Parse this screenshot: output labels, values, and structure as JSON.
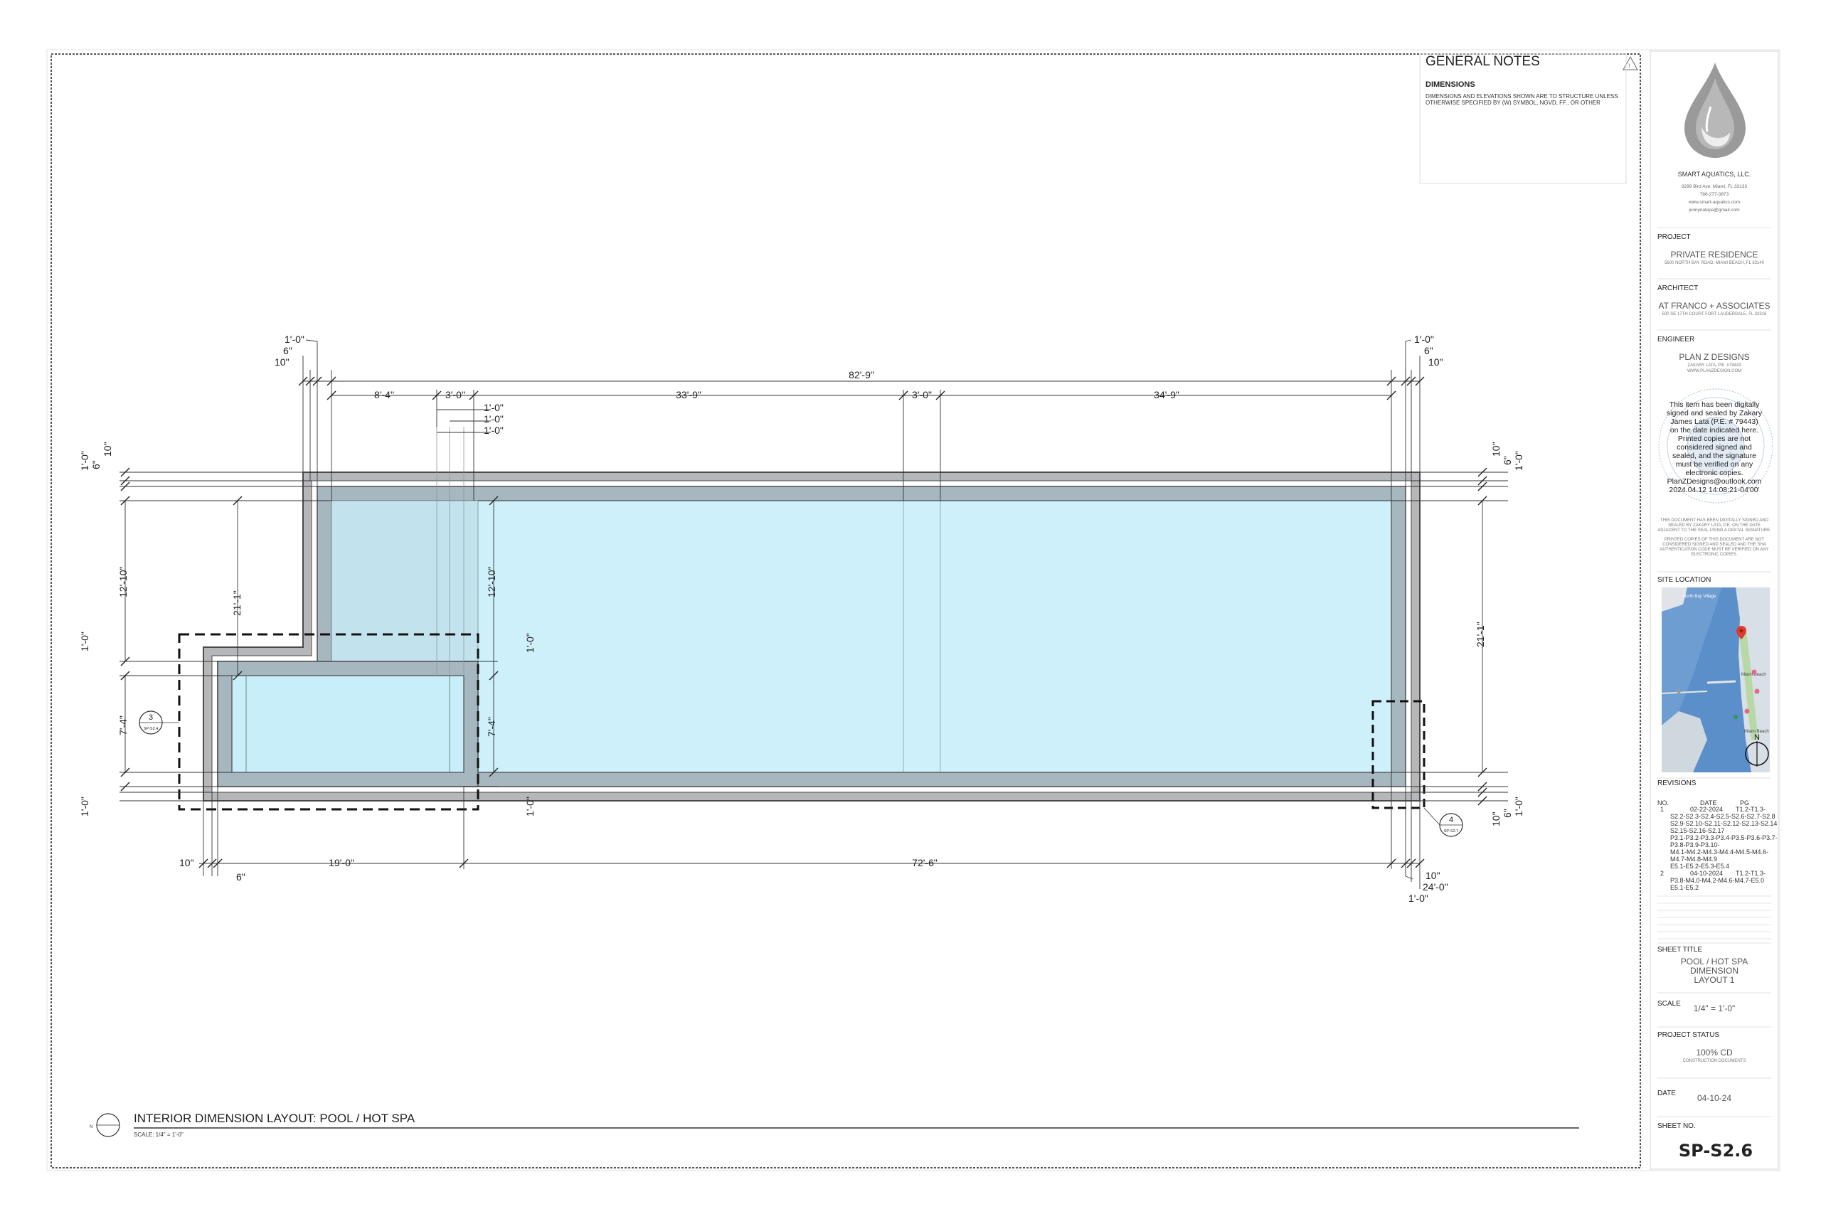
{
  "general_notes": {
    "title": "GENERAL NOTES",
    "dimensions_heading": "DIMENSIONS",
    "dimensions_line1": "DIMENSIONS AND ELEVATIONS SHOWN ARE TO STRUCTURE UNLESS",
    "dimensions_line2": "OTHERWISE SPECIFIED BY (W) SYMBOL, NGVD, FF., OR OTHER"
  },
  "company": {
    "name": "SMART AQUATICS, LLC.",
    "address": "3299 Bird Ave. Miami, FL 33133",
    "phone": "786-277-3873",
    "web": "www.smart-aquatics.com",
    "email": "jonnynalepa@gmail.com"
  },
  "project": {
    "label": "PROJECT",
    "name": "PRIVATE RESIDENCE",
    "address": "5600 NORTH BAY ROAD, MIAMI BEACH, FL 33140"
  },
  "architect": {
    "label": "ARCHITECT",
    "name": "AT FRANCO + ASSOCIATES",
    "address": "500 SE 17TH COURT FORT LAUDERDALE, FL 33316"
  },
  "engineer": {
    "label": "ENGINEER",
    "name": "PLAN Z DESIGNS",
    "line1": "ZAKARY LATA, P.E. #79443",
    "line2": "WWW.PLANZDESIGN.COM",
    "seal_lines": [
      "This item has been digitally",
      "signed and sealed by Zakary",
      "James Lata (P.E. # 79443)",
      "on the date indicated here.",
      "Printed copies are not",
      "considered signed and",
      "sealed, and the signature",
      "must be verified on any",
      "electronic copies.",
      "PlanZDesigns@outlook.com",
      "2024.04.12 14:08:21-04'00'"
    ],
    "disclaimer_lines": [
      "THIS DOCUMENT HAS BEEN DIGITALLY SIGNED AND",
      "SEALED BY ZAKARY LATA, P.E. ON THE DATE",
      "ADJACENT TO THE SEAL USING A DIGITAL SIGNATURE.",
      "PRINTED COPIES OF THIS DOCUMENT ARE NOT",
      "CONSIDERED SIGNED AND SEALED AND THE SHA",
      "AUTHENTICATION CODE MUST BE VERIFIED ON ANY",
      "ELECTRONIC COPIES."
    ]
  },
  "site_location": {
    "label": "SITE LOCATION",
    "map_labels": [
      "North Bay Village",
      "Miami Beach",
      "Miami Beach"
    ],
    "north": "N"
  },
  "revisions": {
    "label": "REVISIONS",
    "headers": [
      "NO.",
      "DATE",
      "PG"
    ],
    "rows": [
      {
        "no": "1",
        "date": "02-22-2024",
        "lines": [
          "T1.2-T1.3-",
          "S2.2-S2.3-S2.4-S2.5-S2.6-S2.7-S2.8",
          "S2.9-S2.10-S2.11-S2.12-S2.13-S2.14",
          "S2.15-S2.16-S2.17",
          "P3.1-P3.2-P3.3-P3.4-P3.5-P3.6-P3.7-",
          "P3.8-P3.9-P3.10-",
          "M4.1-M4.2-M4.3-M4.4-M4.5-M4.6-",
          "M4.7-M4.8-M4.9",
          "E5.1-E5.2-E5.3-E5.4"
        ]
      },
      {
        "no": "2",
        "date": "04-10-2024",
        "lines": [
          "T1.2-T1.3-",
          "P3.8-M4.0-M4.2-M4.6-M4.7-E5.0",
          "E5.1-E5.2"
        ]
      }
    ]
  },
  "sheet_title": {
    "label": "SHEET TITLE",
    "lines": [
      "POOL / HOT SPA",
      "DIMENSION",
      "LAYOUT 1"
    ]
  },
  "scale": {
    "label": "SCALE",
    "value": "1/4\" = 1'-0\""
  },
  "project_status": {
    "label": "PROJECT STATUS",
    "value": "100% CD",
    "sub": "CONSTRUCTION DOCUMENTS"
  },
  "date": {
    "label": "DATE",
    "value": "04-10-24"
  },
  "sheet_no": {
    "label": "SHEET NO.",
    "value": "SP-S2.6"
  },
  "drawing": {
    "title": "INTERIOR DIMENSION LAYOUT: POOL / HOT SPA",
    "scale_note": "SCALE: 1/4\" = 1'-0\"",
    "north_mark": "N",
    "detail_callouts": [
      {
        "num": "3",
        "sheet": "SP-S2.4"
      },
      {
        "num": "4",
        "sheet": "SP-S2.7"
      }
    ]
  },
  "dimensions": {
    "top_left_stack": [
      "1'-0\"",
      "6\"",
      "10\""
    ],
    "top_right_stack": [
      "1'-0\"",
      "6\"",
      "10\""
    ],
    "overall_length": "82'-9\"",
    "top_segments": [
      "8'-4\"",
      "3'-0\"",
      "33'-9\"",
      "3'-0\"",
      "34'-9\""
    ],
    "small_stack": [
      "1'-0\"",
      "1'-0\"",
      "1'-0\""
    ],
    "left_top_stack": [
      "1'-0\"",
      "6\"",
      "10\""
    ],
    "pool_inner_height": "12'-10\"",
    "pool_total_height": "21'-1\"",
    "inner_step_height": "12'-10\"",
    "spa_wall_a": "1'-0\"",
    "spa_height": "7'-4\"",
    "spa_wall_b": "1'-0\"",
    "spa_inner_wall_top": "1'-0\"",
    "spa_inner_height": "7'-4\"",
    "spa_inner_wall_bottom": "1'-0\"",
    "right_stack": [
      "10\"",
      "6\"",
      "1'-0\""
    ],
    "right_height": "21'-1\"",
    "right_bottom_stack": [
      "10\"",
      "6\"",
      "1'-0\""
    ],
    "bottom_left_small": [
      "10\"",
      "6\""
    ],
    "spa_length": "19'-0\"",
    "pool_length": "72'-6\"",
    "bottom_right_stack": [
      "10\"",
      "24'-0\"",
      "1'-0\""
    ]
  }
}
